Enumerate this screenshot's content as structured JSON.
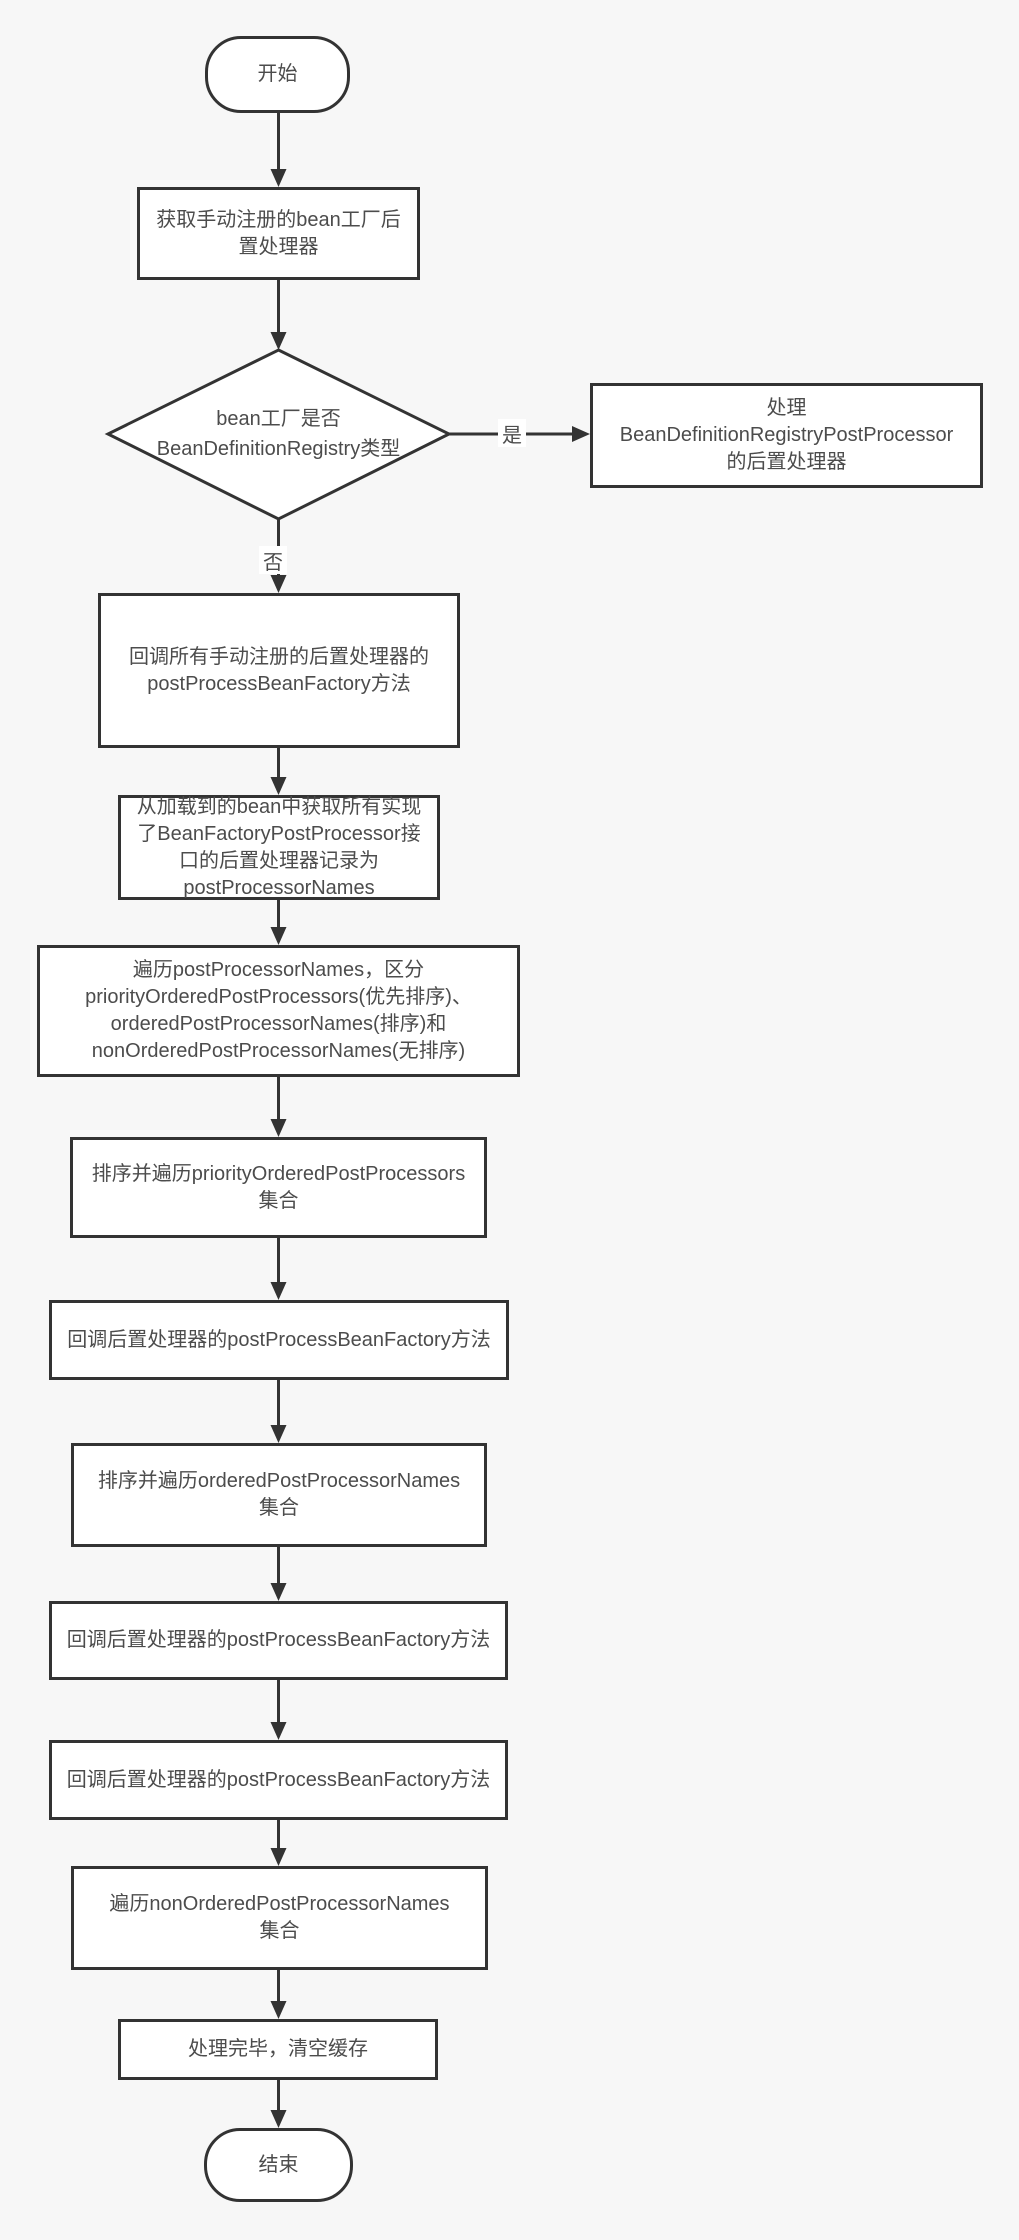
{
  "diagram": {
    "type": "flowchart",
    "language": "zh-CN",
    "topic": "Spring BeanFactoryPostProcessor 处理流程",
    "nodes": {
      "start": "开始",
      "get_manual_processors": "获取手动注册的bean工厂后\n置处理器",
      "decision_is_registry": "bean工厂是否\nBeanDefinitionRegistry类型",
      "handle_registry": "处理\nBeanDefinitionRegistryPostProcessor\n的后置处理器",
      "callback_manual": "回调所有手动注册的后置处理器的\npostProcessBeanFactory方法",
      "collect_names": "从加载到的bean中获取所有实现\n了BeanFactoryPostProcessor接\n口的后置处理器记录为\npostProcessorNames",
      "split_names": "遍历postProcessorNames，区分\npriorityOrderedPostProcessors(优先排序)、\norderedPostProcessorNames(排序)和\nnonOrderedPostProcessorNames(无排序)",
      "sort_priority": "排序并遍历priorityOrderedPostProcessors\n集合",
      "callback_priority": "回调后置处理器的postProcessBeanFactory方法",
      "sort_ordered": "排序并遍历orderedPostProcessorNames\n集合",
      "callback_ordered": "回调后置处理器的postProcessBeanFactory方法",
      "callback_non_ordered": "回调后置处理器的postProcessBeanFactory方法",
      "iterate_non_ordered": "遍历nonOrderedPostProcessorNames\n集合",
      "cleanup": "处理完毕，清空缓存",
      "end": "结束"
    },
    "branch_labels": {
      "yes": "是",
      "no": "否"
    },
    "colors": {
      "background": "#f7f7f7",
      "node_fill": "#ffffff",
      "border": "#333333",
      "text": "#4c4c4c"
    }
  }
}
